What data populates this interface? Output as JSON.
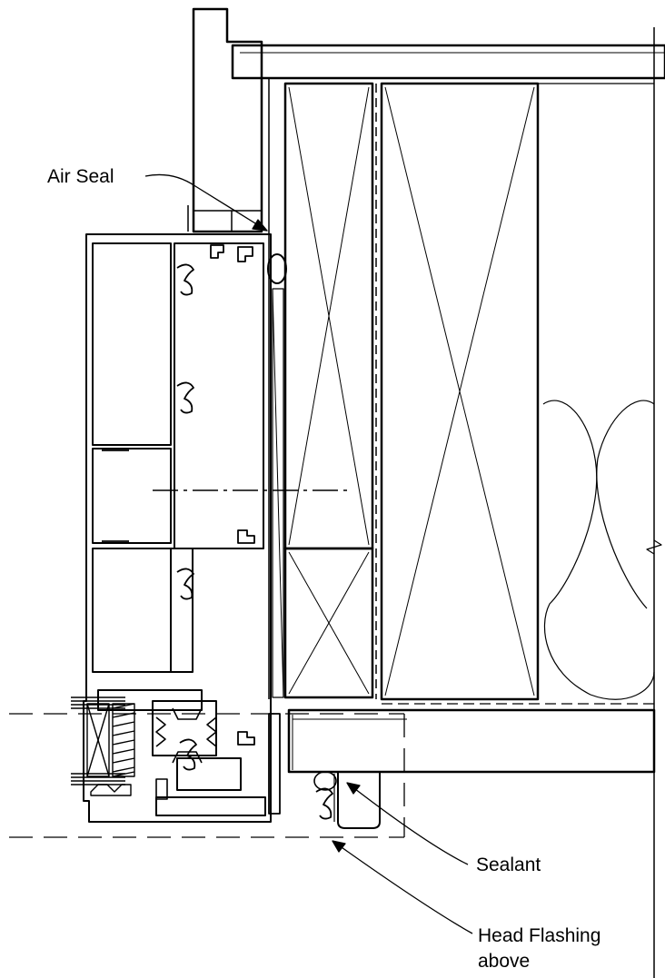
{
  "labels": {
    "air_seal": "Air Seal",
    "sealant": "Sealant",
    "head_flashing_line1": "Head Flashing",
    "head_flashing_line2": "above"
  },
  "colors": {
    "line": "#000000",
    "background": "#ffffff"
  }
}
